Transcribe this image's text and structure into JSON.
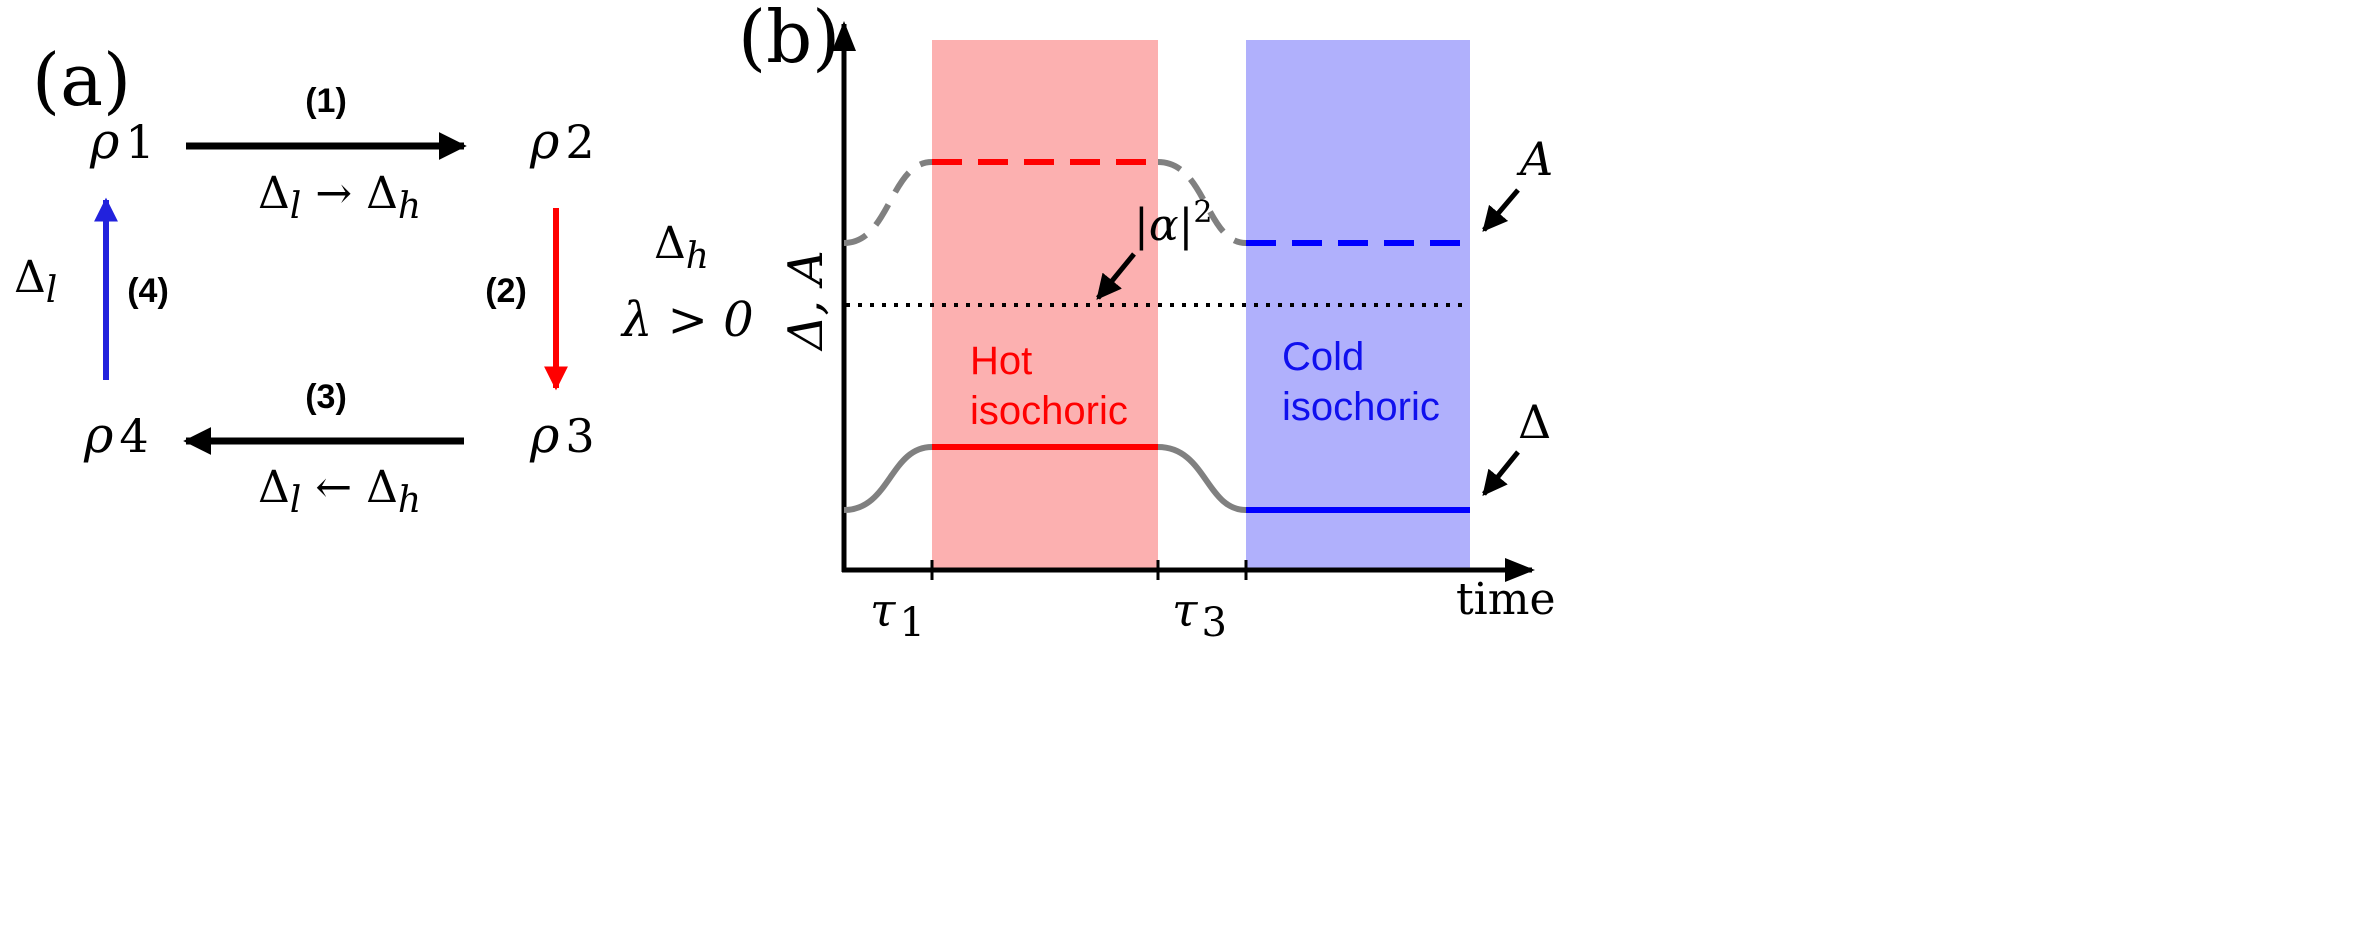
{
  "panel_a": {
    "label": "(a)",
    "states": {
      "rho1": "ρ",
      "rho1_sub": "1",
      "rho2": "ρ",
      "rho2_sub": "2",
      "rho3": "ρ",
      "rho3_sub": "3",
      "rho4": "ρ",
      "rho4_sub": "4"
    },
    "steps": [
      {
        "id": "1",
        "label": "(1)",
        "annotation": "Δ",
        "ann_sub1": "l",
        "ann_mid": " → Δ",
        "ann_sub2": "h",
        "color": "#000000"
      },
      {
        "id": "2",
        "label": "(2)",
        "color": "#ff0000"
      },
      {
        "id": "3",
        "label": "(3)",
        "annotation": "Δ",
        "ann_sub1": "l",
        "ann_mid": " ← Δ",
        "ann_sub2": "h",
        "color": "#000000"
      },
      {
        "id": "4",
        "label": "(4)",
        "color": "#2222dd"
      }
    ],
    "left_side": {
      "text": "Δ",
      "sub": "l"
    },
    "right_side": {
      "text": "Δ",
      "sub": "h",
      "condition": "λ > 0"
    }
  },
  "panel_b": {
    "label": "(b)",
    "y_axis_label": "Δ, A",
    "x_axis_label": "time",
    "x_ticks": [
      {
        "text": "τ",
        "sub": "1"
      },
      {
        "text": "τ",
        "sub": "3"
      }
    ],
    "hot_region": {
      "line1": "Hot",
      "line2": "isochoric",
      "fill": "#fcb0b0",
      "text_color": "#ff0000"
    },
    "cold_region": {
      "line1": "Cold",
      "line2": "isochoric",
      "fill": "#b0b0fc",
      "text_color": "#1010ee"
    },
    "curve_labels": {
      "A": "A",
      "Delta": "Δ",
      "alpha": "|α|",
      "alpha_sup": "2"
    },
    "colors": {
      "hot": "#ff0000",
      "cold": "#0000ff",
      "transition": "#808080",
      "axis": "#000000"
    }
  }
}
